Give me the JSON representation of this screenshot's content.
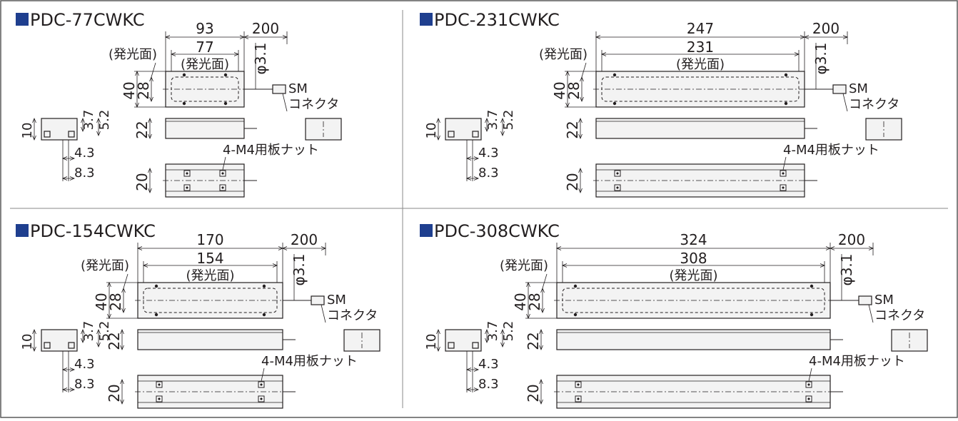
{
  "colors": {
    "marker": "#1f3f8f",
    "line": "#231f20",
    "frame": "#5a5a5a"
  },
  "panels": [
    {
      "model": "PDC-77CWKC",
      "dim_total": "93",
      "dim_emit": "77",
      "dim_cable": "200",
      "dim_cable_dia": "φ3.1",
      "dim_height": "40",
      "dim_emit_height": "28",
      "dim_side": "22",
      "dim_bottom": "20",
      "dim_end_h": "10",
      "dim_end_37": "3.7",
      "dim_end_52": "5.2",
      "dim_end_43": "4.3",
      "dim_end_83": "8.3",
      "label_emit_outer": "(発光面)",
      "label_emit_inner": "(発光面)",
      "label_connector_1": "SM",
      "label_connector_2": "コネクタ",
      "label_nut": "4-M4用板ナット"
    },
    {
      "model": "PDC-231CWKC",
      "dim_total": "247",
      "dim_emit": "231",
      "dim_cable": "200",
      "dim_cable_dia": "φ3.1",
      "dim_height": "40",
      "dim_emit_height": "28",
      "dim_side": "22",
      "dim_bottom": "20",
      "dim_end_h": "10",
      "dim_end_37": "3.7",
      "dim_end_52": "5.2",
      "dim_end_43": "4.3",
      "dim_end_83": "8.3",
      "label_emit_outer": "(発光面)",
      "label_emit_inner": "(発光面)",
      "label_connector_1": "SM",
      "label_connector_2": "コネクタ",
      "label_nut": "4-M4用板ナット"
    },
    {
      "model": "PDC-154CWKC",
      "dim_total": "170",
      "dim_emit": "154",
      "dim_cable": "200",
      "dim_cable_dia": "φ3.1",
      "dim_height": "40",
      "dim_emit_height": "28",
      "dim_side": "22",
      "dim_bottom": "20",
      "dim_end_h": "10",
      "dim_end_37": "3.7",
      "dim_end_52": "5.2",
      "dim_end_43": "4.3",
      "dim_end_83": "8.3",
      "label_emit_outer": "(発光面)",
      "label_emit_inner": "(発光面)",
      "label_connector_1": "SM",
      "label_connector_2": "コネクタ",
      "label_nut": "4-M4用板ナット"
    },
    {
      "model": "PDC-308CWKC",
      "dim_total": "324",
      "dim_emit": "308",
      "dim_cable": "200",
      "dim_cable_dia": "φ3.1",
      "dim_height": "40",
      "dim_emit_height": "28",
      "dim_side": "22",
      "dim_bottom": "20",
      "dim_end_h": "10",
      "dim_end_37": "3.7",
      "dim_end_52": "5.2",
      "dim_end_43": "4.3",
      "dim_end_83": "8.3",
      "label_emit_outer": "(発光面)",
      "label_emit_inner": "(発光面)",
      "label_connector_1": "SM",
      "label_connector_2": "コネクタ",
      "label_nut": "4-M4用板ナット"
    }
  ]
}
